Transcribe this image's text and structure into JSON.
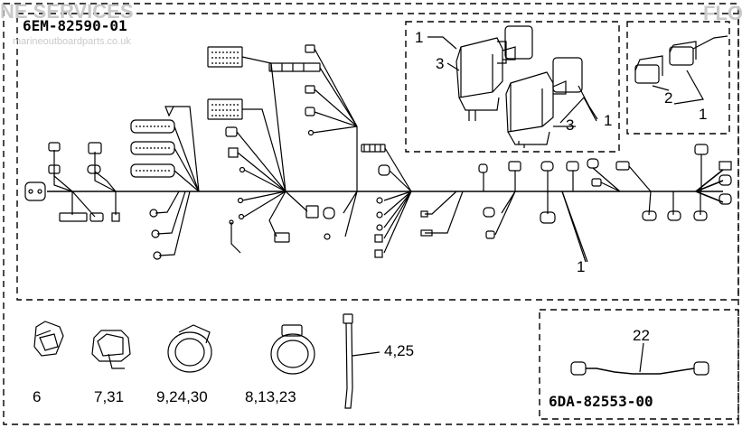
{
  "watermark": {
    "top_text": "NE SERVICES",
    "site": "marineoutboardparts.co.uk",
    "corner": "FLO"
  },
  "main_assembly": {
    "part_number": "6EM-82590-01",
    "callouts": {
      "harness": "1",
      "connector_a": "1",
      "sensor_a": "3",
      "sensor_b": "3",
      "connector_b": "1",
      "connector_c": "1",
      "cap": "2"
    }
  },
  "clips": [
    {
      "label": "6"
    },
    {
      "label": "7,31"
    },
    {
      "label": "9,24,30"
    },
    {
      "label": "8,13,23"
    },
    {
      "label": "4,25"
    }
  ],
  "sub_assembly": {
    "part_number": "6DA-82553-00",
    "callout": "22"
  }
}
